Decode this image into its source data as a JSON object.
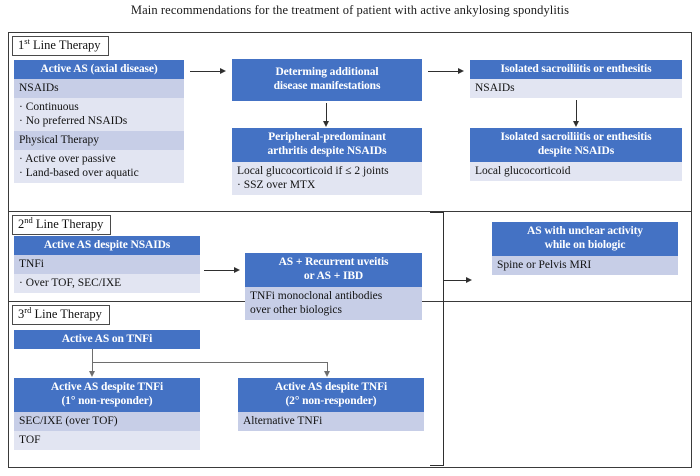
{
  "title": "Main recommendations for the treatment of patient with active ankylosing spondylitis",
  "sections": [
    {
      "tag_ord": "1",
      "tag_sup": "st",
      "tag_rest": " Line Therapy",
      "tag_full": "1st Line Therapy"
    },
    {
      "tag_ord": "2",
      "tag_sup": "nd",
      "tag_rest": " Line Therapy",
      "tag_full": "2nd Line Therapy"
    },
    {
      "tag_ord": "3",
      "tag_sup": "rd",
      "tag_rest": " Line Therapy",
      "tag_full": "3rd Line Therapy"
    }
  ],
  "boxes": {
    "active_as_axial": {
      "header": "Active AS (axial disease)",
      "rows": [
        {
          "shade": "med",
          "lines": [
            "NSAIDs"
          ]
        },
        {
          "shade": "lite",
          "lines": [
            "· Continuous",
            "· No preferred NSAIDs"
          ]
        },
        {
          "shade": "med",
          "lines": [
            "Physical Therapy"
          ]
        },
        {
          "shade": "lite",
          "lines": [
            "· Active over passive",
            "· Land-based over aquatic"
          ]
        }
      ]
    },
    "determining_manifestations": {
      "header_l1": "Determing additional",
      "header_l2": "disease manifestations"
    },
    "peripheral_arthritis": {
      "header_l1": "Peripheral-predominant",
      "header_l2": "arthritis despite NSAIDs",
      "rows": [
        {
          "shade": "lite",
          "lines": [
            "Local glucocorticoid if ≤ 2 joints",
            "· SSZ over MTX"
          ]
        }
      ]
    },
    "isolated_sacroiliitis": {
      "header": "Isolated sacroiliitis or enthesitis",
      "rows": [
        {
          "shade": "lite",
          "lines": [
            "NSAIDs"
          ]
        }
      ]
    },
    "isolated_sacroiliitis_despite": {
      "header_l1": "Isolated sacroiliitis or enthesitis",
      "header_l2": "despite NSAIDs",
      "rows": [
        {
          "shade": "lite",
          "lines": [
            "Local glucocorticoid"
          ]
        }
      ]
    },
    "active_as_despite_nsaids": {
      "header": "Active AS despite NSAIDs",
      "rows": [
        {
          "shade": "med",
          "lines": [
            "TNFi"
          ]
        },
        {
          "shade": "lite",
          "lines": [
            "· Over TOF, SEC/IXE"
          ]
        }
      ]
    },
    "uveitis_ibd": {
      "header_l1": "AS + Recurrent uveitis",
      "header_l2": "or AS + IBD",
      "rows": [
        {
          "shade": "med",
          "lines": [
            "TNFi monoclonal antibodies",
            "over other biologics"
          ]
        }
      ]
    },
    "unclear_activity": {
      "header_l1": "AS with unclear activity",
      "header_l2": "while on biologic",
      "rows": [
        {
          "shade": "med",
          "lines": [
            "Spine or Pelvis MRI"
          ]
        }
      ]
    },
    "active_as_on_tnfi": {
      "header": "Active AS on TNFi"
    },
    "primary_nonresponder": {
      "header_l1": "Active AS despite TNFi",
      "header_l2": "(1° non-responder)",
      "rows": [
        {
          "shade": "med",
          "lines": [
            "SEC/IXE (over TOF)"
          ]
        },
        {
          "shade": "lite",
          "lines": [
            "TOF"
          ]
        }
      ]
    },
    "secondary_nonresponder": {
      "header_l1": "Active AS despite TNFi",
      "header_l2": "(2° non-responder)",
      "rows": [
        {
          "shade": "med",
          "lines": [
            "Alternative TNFi"
          ]
        }
      ]
    }
  },
  "colors": {
    "header_blue": "#4472C4",
    "row_medium": "#C7CEE7",
    "row_light": "#E2E5F2",
    "line": "#3a3a3a",
    "connector": "#2f2f2f"
  }
}
